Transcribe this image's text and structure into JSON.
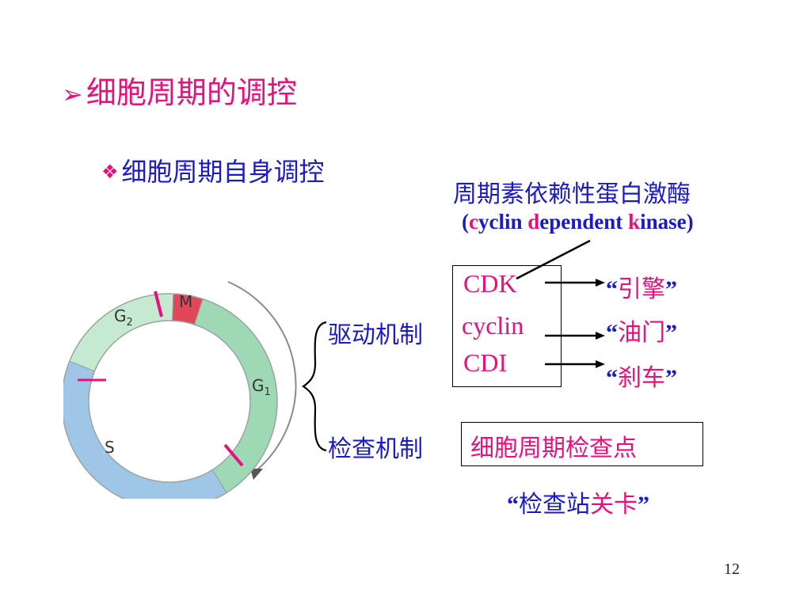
{
  "slide": {
    "title": "细胞周期的调控",
    "title_bullet": "➢",
    "subtitle": "细胞周期自身调控",
    "subtitle_bullet": "❖",
    "enzyme_cn": "周期素依赖性蛋白激酶",
    "enzyme_en": {
      "paren_open": "(",
      "c": "c",
      "yclin": "yclin ",
      "d": "d",
      "ependent": "ependent ",
      "k": "k",
      "inase": "inase",
      "paren_close": ")"
    },
    "drive_label": "驱动机制",
    "check_label": "检查机制",
    "components": [
      "CDK",
      "cyclin",
      "CDI"
    ],
    "roles": [
      {
        "open": "“",
        "text": "引擎",
        "close": "”"
      },
      {
        "open": "“",
        "text": "油门",
        "close": "”"
      },
      {
        "open": "“",
        "text": "刹车",
        "close": "”"
      }
    ],
    "checkpoint": "细胞周期检查点",
    "checkpoint_alias": {
      "open": "“",
      "part1": "检查站",
      "part2": "关卡",
      "close": "”"
    },
    "page_number": "12"
  },
  "cycle_diagram": {
    "phases": [
      "M",
      "G1",
      "S",
      "G2"
    ],
    "labels": {
      "M": "M",
      "G1_main": "G",
      "G1_sub": "1",
      "S": "S",
      "G2_main": "G",
      "G2_sub": "2"
    },
    "colors": {
      "M": "#e0485a",
      "G1": "#9ed8b4",
      "S": "#9fc6e6",
      "G2": "#c6e9d2",
      "marker": "#e8107a"
    }
  }
}
